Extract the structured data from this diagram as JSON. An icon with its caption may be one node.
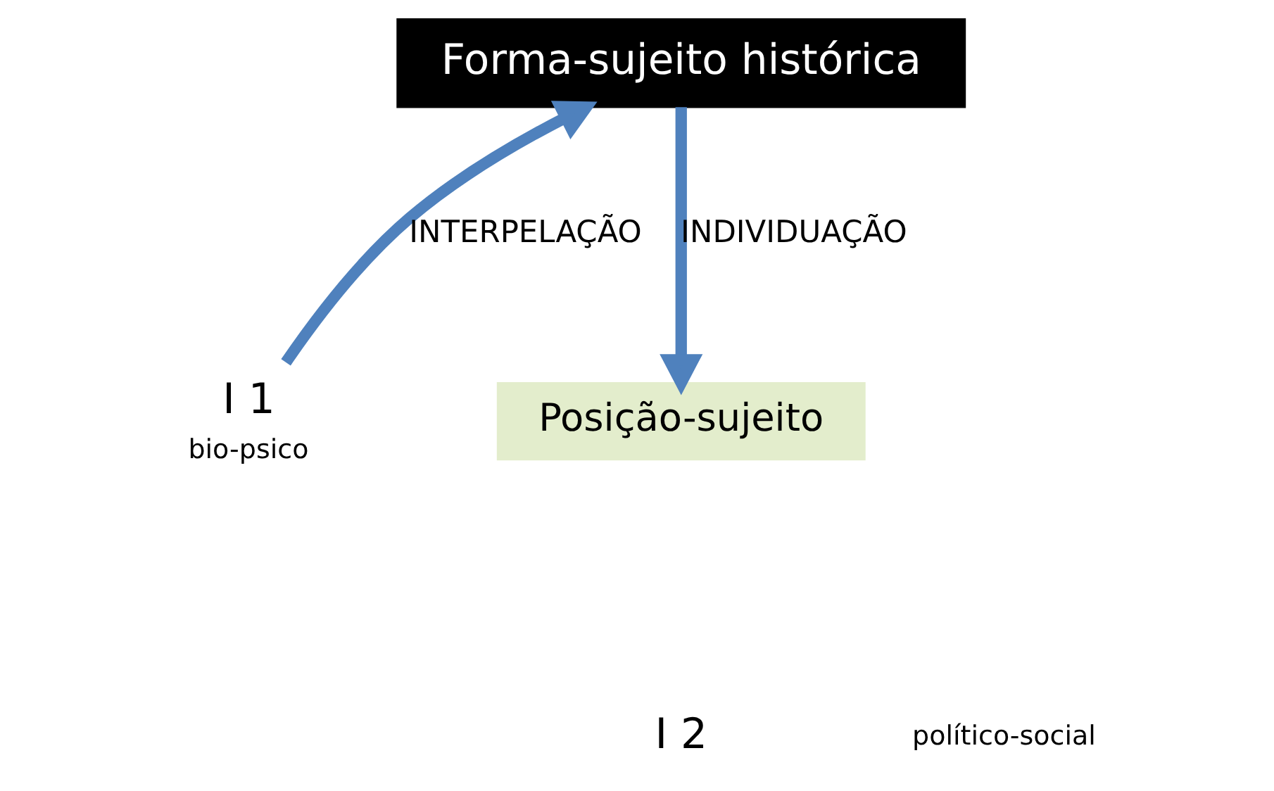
{
  "diagram": {
    "nodes": [
      {
        "text": [
          "Forma-sujeito histórica"
        ]
      },
      {
        "text": [
          "Posição-sujeito"
        ]
      },
      {
        "text": [
          "I 1"
        ],
        "beside": [
          "bio-psico"
        ]
      }
    ],
    "edges": [
      {
        "from": 2,
        "to": 0,
        "arrow": "to",
        "label": "INTERPELAÇÃO"
      },
      {
        "from": 0,
        "to": 1,
        "arrow": "to",
        "label": "INDIVIDUAÇÃO"
      }
    ],
    "labels": [
      "I 2",
      "político-social"
    ]
  }
}
